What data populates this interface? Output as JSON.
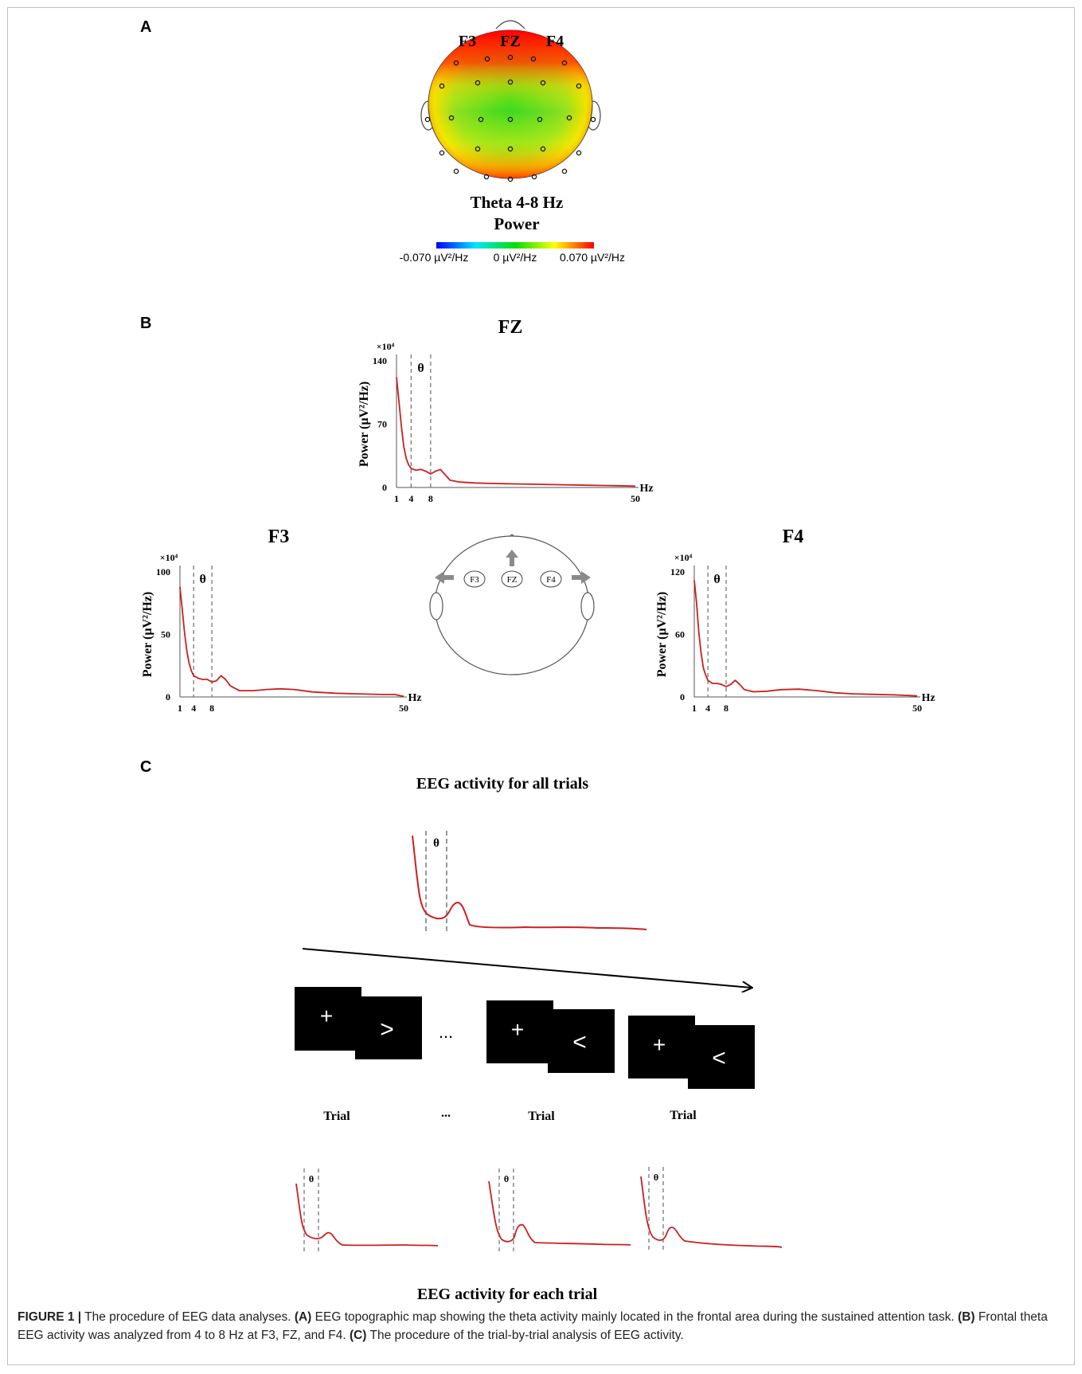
{
  "panels": {
    "a": {
      "letter": "A",
      "electrodes": {
        "left": "F3",
        "center": "FZ",
        "right": "F4"
      },
      "title_line1": "Theta 4-8 Hz",
      "title_line2": "Power",
      "colorbar": {
        "min_label": "-0.070 µV²/Hz",
        "mid_label": "0 µV²/Hz",
        "max_label": "0.070 µV²/Hz",
        "colors": [
          "#0000ff",
          "#00e5ff",
          "#00e000",
          "#ffff00",
          "#ff0000"
        ]
      }
    },
    "b": {
      "letter": "B",
      "theta_symbol": "θ",
      "head_labels": [
        "F3",
        "FZ",
        "F4"
      ]
    },
    "c": {
      "letter": "C",
      "title_top": "EEG activity for all trials",
      "title_bottom": "EEG activity for each trial",
      "theta_symbol": "θ",
      "stimuli": [
        {
          "fix": "+",
          "arrow": ">"
        },
        {
          "fix": "+",
          "arrow": "<"
        },
        {
          "fix": "+",
          "arrow": "<"
        }
      ],
      "ellipsis": "...",
      "trial_labels": [
        "Trial",
        "...",
        "Trial",
        "Trial"
      ]
    }
  },
  "chart_data": [
    {
      "type": "line",
      "title": "FZ",
      "ylabel": "Power (µV²/Hz)",
      "xlabel": "Hz",
      "yscale_note": "×10⁴",
      "ylim": [
        0,
        140
      ],
      "xlim": [
        1,
        50
      ],
      "xticks": [
        1,
        4,
        8,
        50
      ],
      "yticks": [
        0,
        70,
        140
      ],
      "theta_band": [
        4,
        8
      ],
      "series": [
        {
          "color": "#cc1f1f",
          "x": [
            1,
            1.5,
            2,
            2.5,
            3,
            3.5,
            4,
            5,
            6,
            7,
            8,
            9,
            10,
            11,
            12,
            14,
            17,
            20,
            25,
            30,
            35,
            40,
            45,
            50
          ],
          "y": [
            122,
            95,
            68,
            45,
            32,
            25,
            21,
            19,
            20,
            18,
            15,
            18,
            20,
            14,
            8,
            6,
            5,
            4.5,
            4,
            3.5,
            3,
            2.5,
            2,
            1.5
          ]
        }
      ]
    },
    {
      "type": "line",
      "title": "F3",
      "ylabel": "Power (µV²/Hz)",
      "xlabel": "Hz",
      "yscale_note": "×10⁴",
      "ylim": [
        0,
        100
      ],
      "xlim": [
        1,
        50
      ],
      "xticks": [
        1,
        4,
        8,
        50
      ],
      "yticks": [
        0,
        50,
        100
      ],
      "theta_band": [
        4,
        8
      ],
      "series": [
        {
          "color": "#cc1f1f",
          "x": [
            1,
            1.5,
            2,
            2.5,
            3,
            3.5,
            4,
            5,
            6,
            7,
            8,
            9,
            10,
            11,
            12,
            14,
            17,
            20,
            23,
            26,
            30,
            35,
            40,
            45,
            48,
            50
          ],
          "y": [
            88,
            70,
            52,
            37,
            27,
            21,
            17,
            15,
            14,
            14,
            12,
            13,
            17,
            14,
            9,
            5,
            5,
            6,
            6.5,
            6,
            4,
            3,
            2.5,
            2,
            2,
            0.5
          ]
        }
      ]
    },
    {
      "type": "line",
      "title": "F4",
      "ylabel": "Power (µV²/Hz)",
      "xlabel": "Hz",
      "yscale_note": "×10⁴",
      "ylim": [
        0,
        120
      ],
      "xlim": [
        1,
        50
      ],
      "xticks": [
        1,
        4,
        8,
        50
      ],
      "yticks": [
        0,
        60,
        120
      ],
      "theta_band": [
        4,
        8
      ],
      "series": [
        {
          "color": "#cc1f1f",
          "x": [
            1,
            1.5,
            2,
            2.5,
            3,
            3.5,
            4,
            5,
            6,
            7,
            8,
            9,
            10,
            11,
            12,
            14,
            17,
            20,
            24,
            28,
            32,
            36,
            40,
            45,
            50
          ],
          "y": [
            112,
            90,
            62,
            42,
            28,
            21,
            16,
            13,
            13,
            12,
            10,
            12,
            16,
            12,
            7,
            5,
            5.5,
            7,
            7.5,
            6,
            4,
            3,
            2.5,
            2,
            1
          ]
        }
      ]
    }
  ],
  "caption": {
    "lead": "FIGURE 1 |",
    "intro": " The procedure of EEG data analyses. ",
    "a_label": "(A)",
    "a_text": " EEG topographic map showing the theta activity mainly located in the frontal area during the sustained attention task. ",
    "b_label": "(B)",
    "b_text": " Frontal theta EEG activity was analyzed from 4 to 8 Hz at F3, FZ, and F4. ",
    "c_label": "(C)",
    "c_text": " The procedure of the trial-by-trial analysis of EEG activity."
  }
}
